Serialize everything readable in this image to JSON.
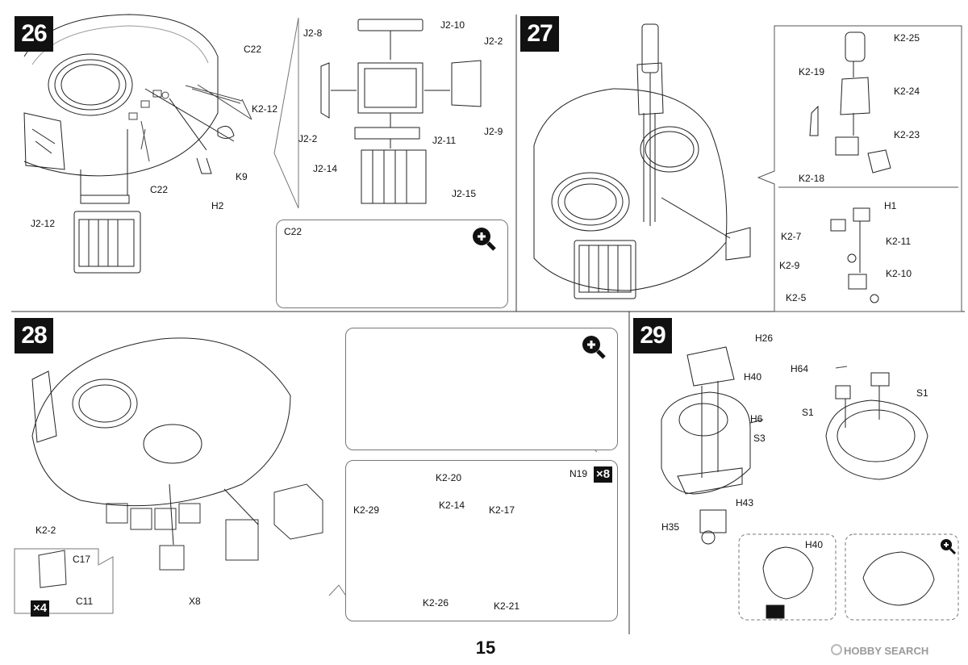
{
  "page_number": "15",
  "watermark": "HOBBY SEARCH",
  "steps": {
    "s26": "26",
    "s27": "27",
    "s28": "28",
    "s29": "29"
  },
  "labels": {
    "c22_a": "C22",
    "k2_12_a": "K2-12",
    "k9": "K9",
    "c22_b": "C22",
    "h2": "H2",
    "j2_12": "J2-12",
    "j2_8": "J2-8",
    "j2_10": "J2-10",
    "j2_2_a": "J2-2",
    "j2_2_b": "J2-2",
    "j2_9": "J2-9",
    "j2_11": "J2-11",
    "j2_14": "J2-14",
    "j2_15": "J2-15",
    "c22_c": "C22",
    "k2_25": "K2-25",
    "k2_19": "K2-19",
    "k2_24": "K2-24",
    "k2_23": "K2-23",
    "k2_18": "K2-18",
    "h1": "H1",
    "k2_7": "K2-7",
    "k2_11": "K2-11",
    "k2_9": "K2-9",
    "k2_10": "K2-10",
    "k2_5": "K2-5",
    "k2_2": "K2-2",
    "c17": "C17",
    "c11": "C11",
    "x4": "×4",
    "x8_part": "X8",
    "k2_20": "K2-20",
    "k2_29": "K2-29",
    "k2_14": "K2-14",
    "k2_26": "K2-26",
    "n19": "N19",
    "x8": "×8",
    "k2_17": "K2-17",
    "k2_21": "K2-21",
    "h26": "H26",
    "h40": "H40",
    "h64": "H64",
    "s1_a": "S1",
    "s1_b": "S1",
    "h6": "H6",
    "s3": "S3",
    "h43": "H43",
    "h35": "H35",
    "h40_b": "H40"
  },
  "icons": {
    "zoom": "magnifier-plus-icon",
    "stamp": "paint-stamp-icon"
  }
}
